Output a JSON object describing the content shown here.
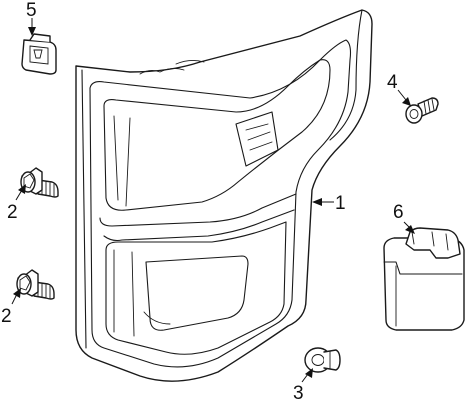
{
  "callouts": {
    "tail_lamp_assembly": "1",
    "bolt_upper": "2",
    "bolt_lower": "2",
    "push_nut": "3",
    "screw": "4",
    "clip": "5",
    "bulb_socket": "6"
  },
  "colors": {
    "line": "#1a1a1a",
    "background": "#ffffff"
  }
}
